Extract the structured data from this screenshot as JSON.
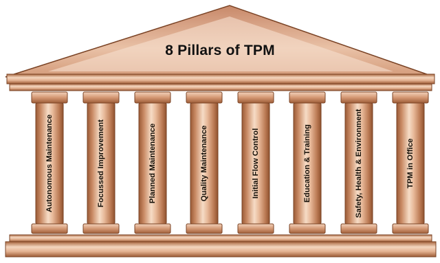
{
  "title": "8 Pillars of TPM",
  "colors": {
    "copper_light": "#f8e0cc",
    "copper_mid": "#d8a17f",
    "copper_dark": "#a4643f",
    "outline": "#6b3a1e",
    "text": "#111111"
  },
  "pillars": [
    {
      "label": "Autonomous Maintenance"
    },
    {
      "label": "Focussed Improvement"
    },
    {
      "label": "Planned Maintenance"
    },
    {
      "label": "Quality Maintenance"
    },
    {
      "label": "Initial Flow Control"
    },
    {
      "label": "Education & Training"
    },
    {
      "label": "Safety, Health & Environment"
    },
    {
      "label": "TPM in Office"
    }
  ]
}
